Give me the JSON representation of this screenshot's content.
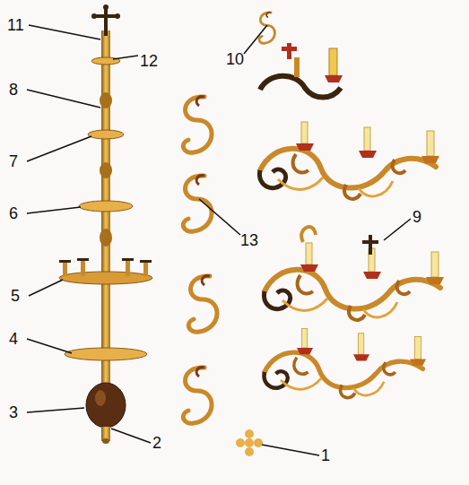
{
  "diagram": {
    "labels": [
      "11",
      "10",
      "12",
      "8",
      "7",
      "9",
      "6",
      "13",
      "5",
      "4",
      "3",
      "2",
      "1"
    ]
  }
}
